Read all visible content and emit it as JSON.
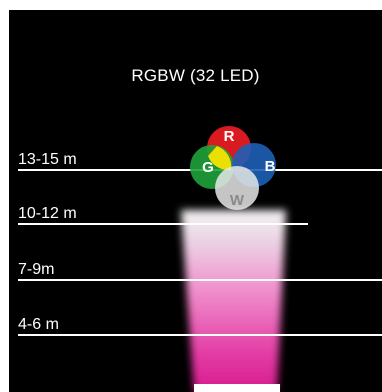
{
  "title": "RGBW (32 LED)",
  "distances": [
    {
      "label": "13-15 m"
    },
    {
      "label": "10-12 m"
    },
    {
      "label": "7-9m"
    },
    {
      "label": "4-6 m"
    }
  ],
  "led_colors": {
    "R": {
      "letter": "R",
      "color": "#e11b22"
    },
    "G": {
      "letter": "G",
      "color": "#1fa23a"
    },
    "B": {
      "letter": "B",
      "color": "#1d5fb6"
    },
    "W": {
      "letter": "W",
      "color": "#e8e8e8"
    }
  },
  "beam_color": "#e6219a"
}
